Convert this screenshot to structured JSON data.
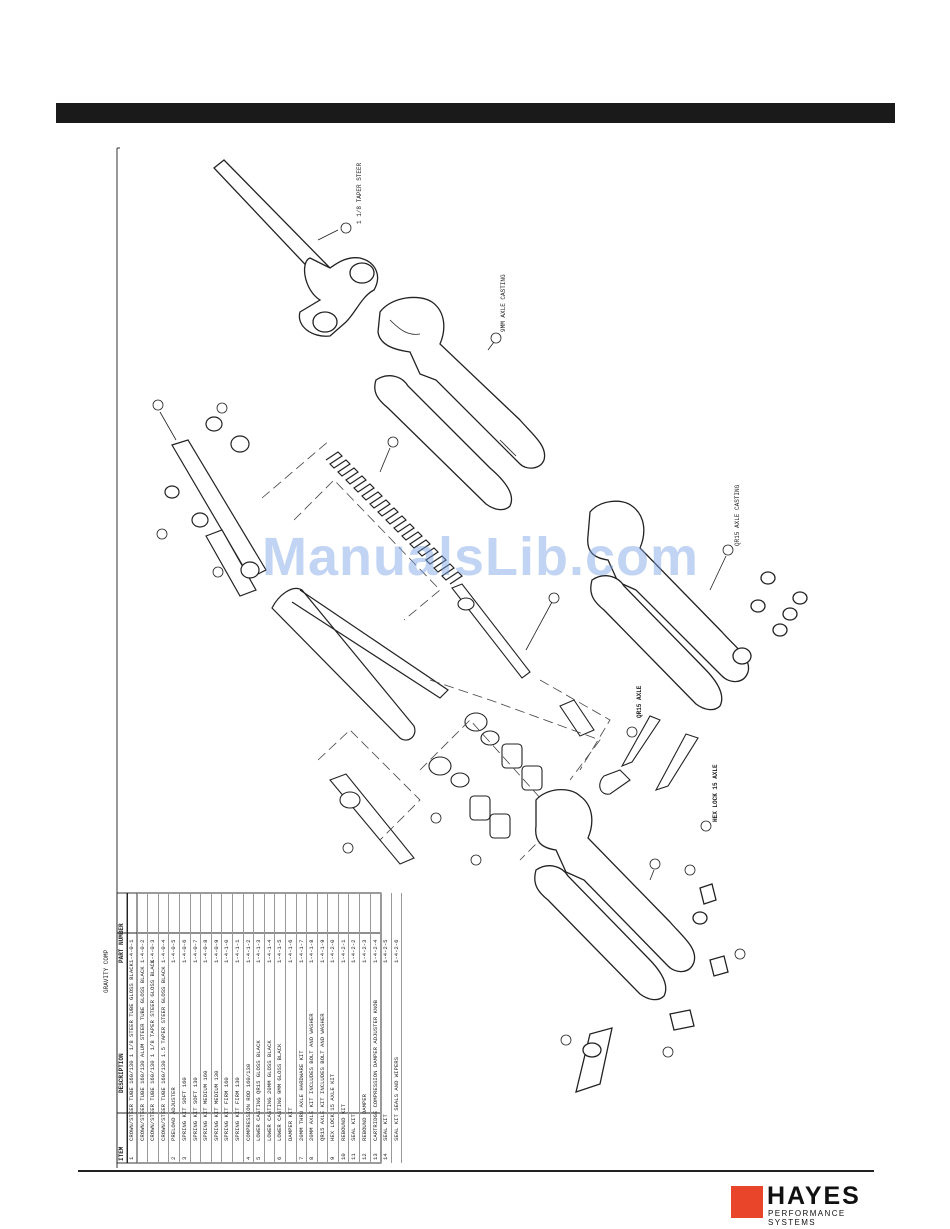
{
  "header": {
    "bar_color": "#1a1a1a"
  },
  "callouts": {
    "steerer": "1 1/8 TAPER STEER",
    "casting_9mm": "9MM AXLE CASTING",
    "casting_qr15": "QR15 AXLE CASTING",
    "axle_qr15": "QR15 AXLE",
    "axle_hex": "HEX LOCK 15 AXLE"
  },
  "parts_table": {
    "title": "GRAVITY COMP",
    "columns": [
      "ITEM",
      "DESCRIPTION",
      "PART NUMBER"
    ],
    "rows": [
      {
        "item": "1",
        "desc": "CROWN/STEER TUBE 160/130 1 1/8 STEER TUBE GLOSS BLACK",
        "part": "1-4-0-1"
      },
      {
        "item": "",
        "desc": "CROWN/STEER TUBE 160/130 ALUM STEER TUBE GLOSS BLACK",
        "part": "1-4-0-2"
      },
      {
        "item": "",
        "desc": "CROWN/STEER TUBE 160/130 1 1/8 TAPER STEER GLOSS BLACK",
        "part": "1-4-0-3"
      },
      {
        "item": "",
        "desc": "CROWN/STEER TUBE 160/130 1.5 TAPER STEER GLOSS BLACK",
        "part": "1-4-0-4"
      },
      {
        "item": "2",
        "desc": "PRELOAD ADJUSTER",
        "part": "1-4-0-5"
      },
      {
        "item": "3",
        "desc": "SPRING KIT SOFT 160",
        "part": "1-4-0-6"
      },
      {
        "item": "",
        "desc": "SPRING KIT SOFT 130",
        "part": "1-4-0-7"
      },
      {
        "item": "",
        "desc": "SPRING KIT MEDIUM 160",
        "part": "1-4-0-8"
      },
      {
        "item": "",
        "desc": "SPRING KIT MEDIUM 130",
        "part": "1-4-0-9"
      },
      {
        "item": "",
        "desc": "SPRING KIT FIRM 160",
        "part": "1-4-1-0"
      },
      {
        "item": "",
        "desc": "SPRING KIT FIRM 130",
        "part": "1-4-1-1"
      },
      {
        "item": "4",
        "desc": "COMPRESSION ROD 160/130",
        "part": "1-4-1-2"
      },
      {
        "item": "5",
        "desc": "LOWER CASTING QR15 GLOSS BLACK",
        "part": "1-4-1-3"
      },
      {
        "item": "",
        "desc": "LOWER CASTING 20MM GLOSS BLACK",
        "part": "1-4-1-4"
      },
      {
        "item": "6",
        "desc": "LOWER CASTING 9MM GLOSS BLACK",
        "part": "1-4-1-5"
      },
      {
        "item": "",
        "desc": "DAMPER KIT",
        "part": "1-4-1-6"
      },
      {
        "item": "7",
        "desc": "20MM THRU AXLE HARDWARE KIT",
        "part": "1-4-1-7"
      },
      {
        "item": "8",
        "desc": "20MM AXLE KIT INCLUDES BOLT AND WASHER",
        "part": "1-4-1-8"
      },
      {
        "item": "",
        "desc": "QR15 AXLE KIT INCLUDES BOLT AND WASHER",
        "part": "1-4-1-9"
      },
      {
        "item": "9",
        "desc": "HEX LOCK 15 AXLE KIT",
        "part": "1-4-2-0"
      },
      {
        "item": "10",
        "desc": "REBOUND KIT",
        "part": "1-4-2-1"
      },
      {
        "item": "11",
        "desc": "SEAL KIT",
        "part": "1-4-2-2"
      },
      {
        "item": "12",
        "desc": "REBOUND DAMPER",
        "part": "1-4-2-3"
      },
      {
        "item": "13",
        "desc": "CARTRIDGE COMPRESSION DAMPER ADJUSTER KNOB",
        "part": "1-4-2-4"
      },
      {
        "item": "14",
        "desc": "SEAL KIT",
        "part": "1-4-2-5"
      },
      {
        "item": "",
        "desc": "SEAL KIT SEALS AND WIPERS",
        "part": "1-4-2-6"
      }
    ]
  },
  "watermark": "ManualsLib.com",
  "brand": {
    "name": "HAYES",
    "tagline": "PERFORMANCE SYSTEMS",
    "accent": "#e8452a"
  }
}
